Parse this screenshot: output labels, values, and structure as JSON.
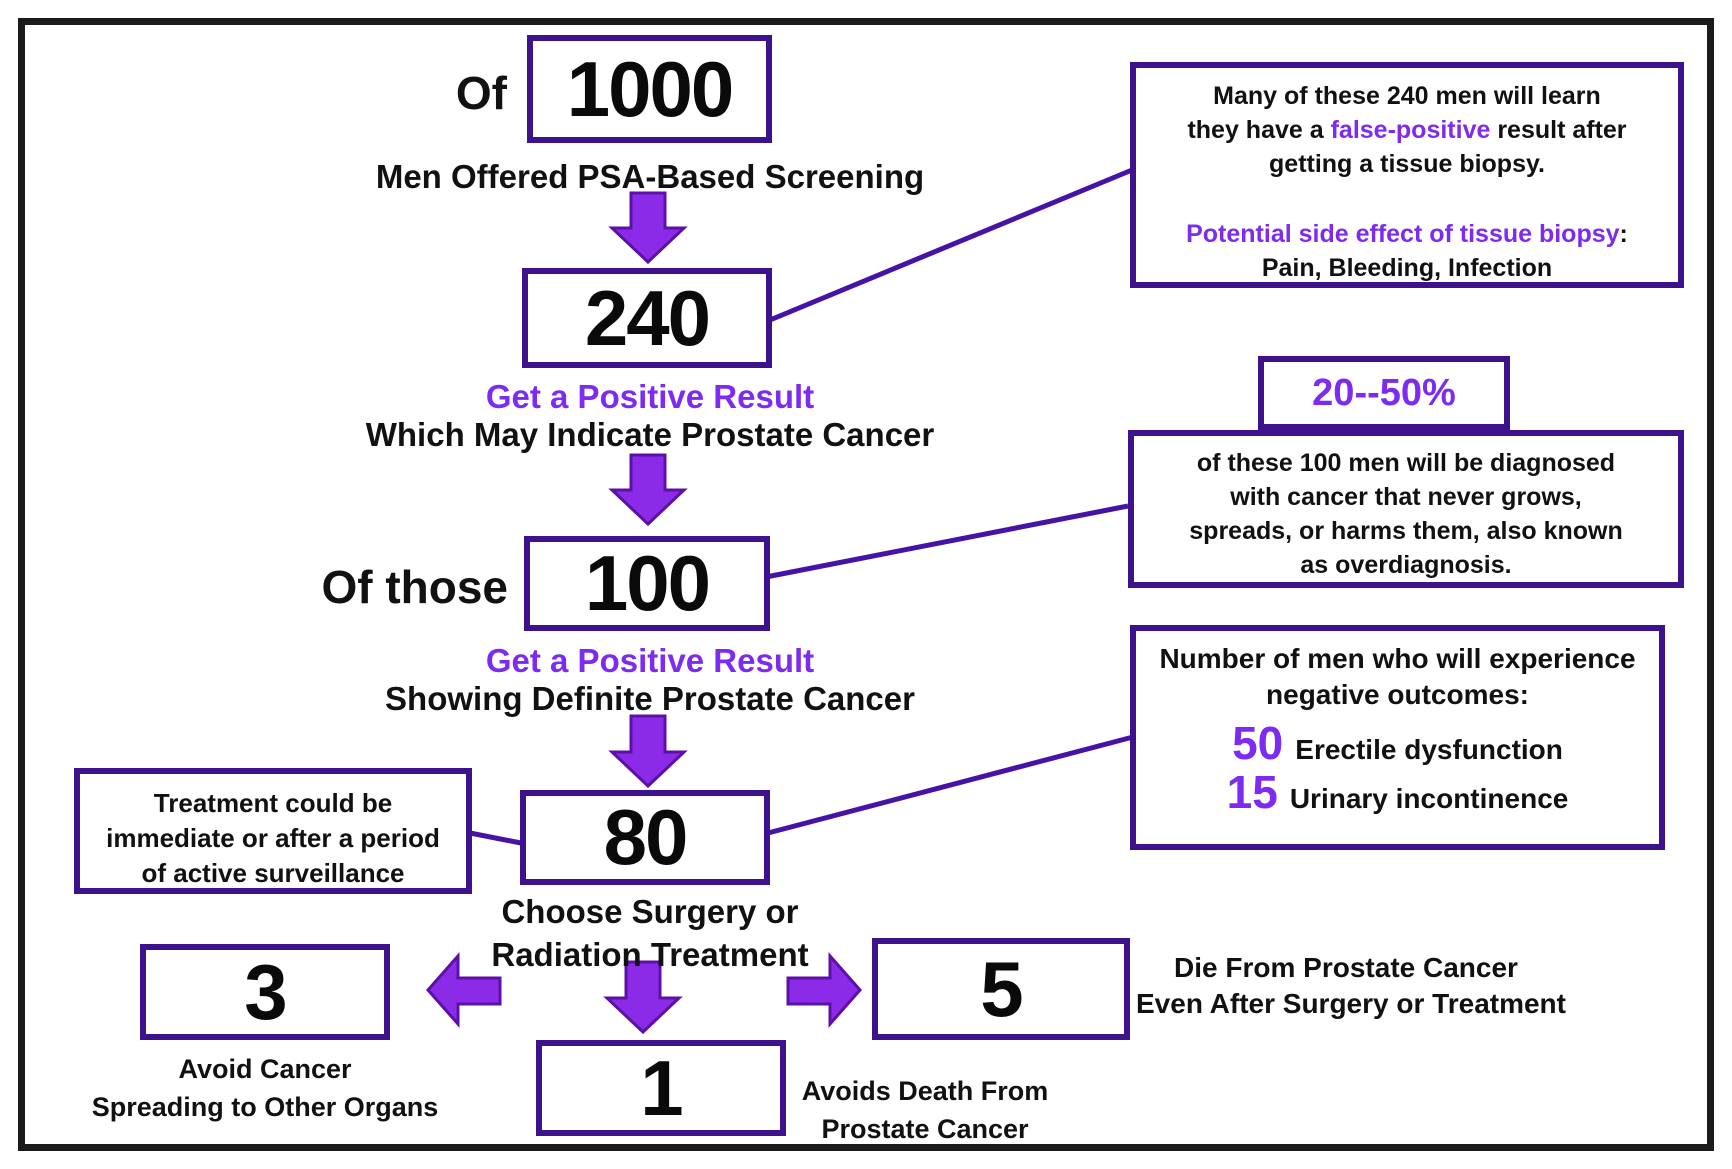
{
  "colors": {
    "accent_purple": "#7D2BF0",
    "box_border": "#3D128C",
    "arrow_fill": "#8B2BE8",
    "arrow_outline": "#5C10A8",
    "connector": "#4713A6",
    "frame": "#1B1B1B",
    "text": "#111111"
  },
  "flow": {
    "step1": {
      "prefix": "Of",
      "value": "1000",
      "caption": "Men Offered PSA-Based Screening"
    },
    "step2": {
      "value": "240",
      "highlight": "Get a Positive Result",
      "caption": "Which May Indicate Prostate Cancer"
    },
    "step3": {
      "prefix": "Of those",
      "value": "100",
      "highlight": "Get a Positive Result",
      "caption": "Showing Definite Prostate Cancer"
    },
    "step4": {
      "value": "80",
      "caption_lines": [
        "Choose Surgery or",
        "Radiation Treatment"
      ]
    },
    "outcome_avoid_spread": {
      "value": "3",
      "caption_lines": [
        "Avoid Cancer",
        "Spreading to Other Organs"
      ]
    },
    "outcome_avoid_death": {
      "value": "1",
      "caption_lines": [
        "Avoids Death From",
        "Prostate Cancer"
      ]
    },
    "outcome_die": {
      "value": "5",
      "caption_lines": [
        "Die From Prostate Cancer",
        "Even After Surgery or Treatment"
      ]
    }
  },
  "notes": {
    "false_positive": {
      "line1": "Many of these 240 men will learn",
      "line2_pre": "they have a ",
      "line2_highlight": "false-positive",
      "line2_post": " result after",
      "line3": "getting a tissue biopsy.",
      "line4_highlight": "Potential side effect of tissue biopsy",
      "line4_suffix": ":",
      "line5": "Pain, Bleeding, Infection"
    },
    "overdiagnosis": {
      "rate": "20--50%",
      "lines": [
        "of these 100 men will be diagnosed",
        "with cancer that never grows,",
        "spreads, or harms them, also known",
        "as overdiagnosis."
      ]
    },
    "negative_outcomes": {
      "title_lines": [
        "Number of men who will experience",
        "negative outcomes:"
      ],
      "items": [
        {
          "value": "50",
          "label": "Erectile dysfunction"
        },
        {
          "value": "15",
          "label": "Urinary incontinence"
        }
      ]
    },
    "treatment_timing": {
      "lines": [
        "Treatment could be",
        "immediate or after a period",
        "of active surveillance"
      ]
    }
  }
}
